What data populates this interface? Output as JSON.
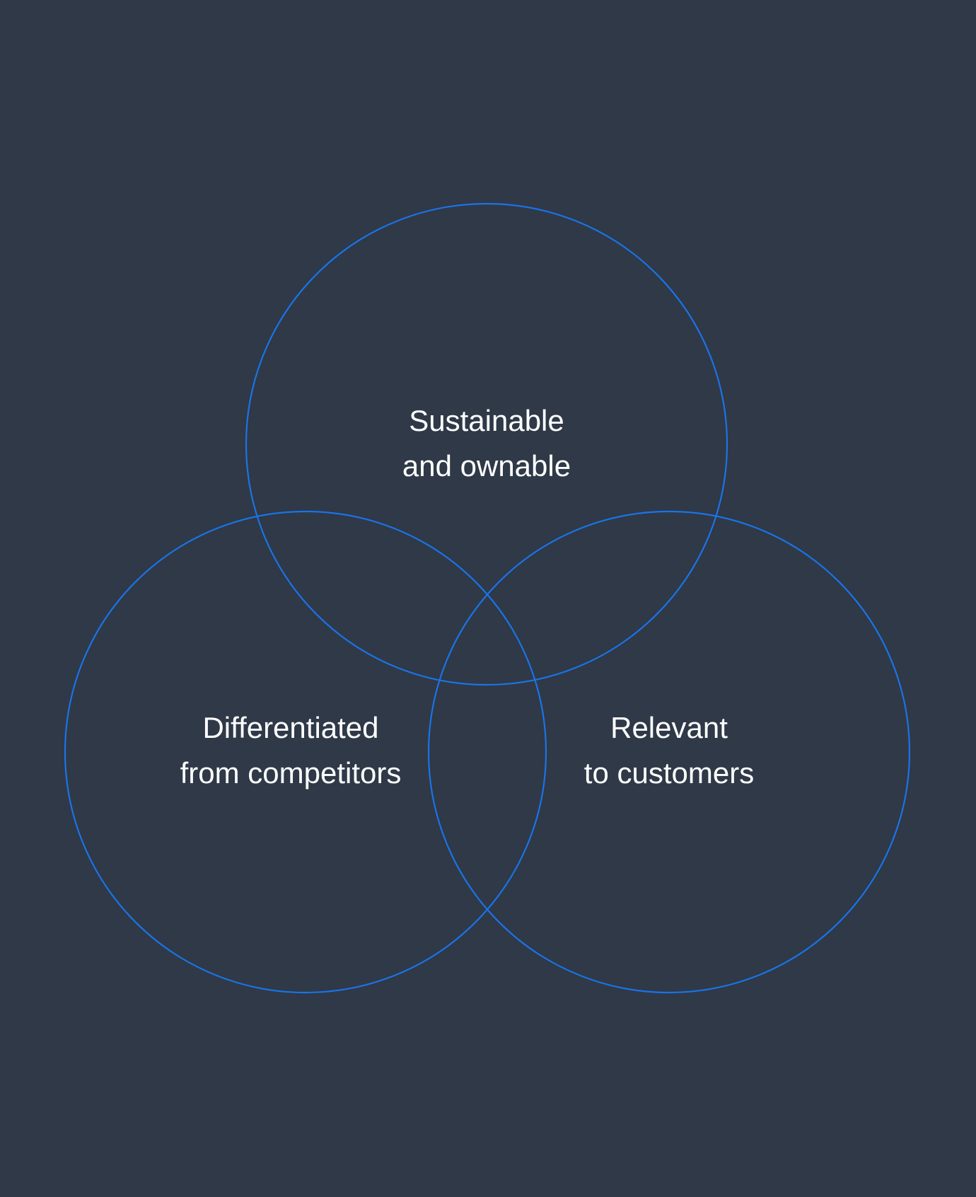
{
  "diagram": {
    "type": "venn",
    "stroke_color": "#1a73e8",
    "background_color": "#2f3947",
    "sets": [
      {
        "id": "top",
        "line1": "Sustainable",
        "line2": "and ownable"
      },
      {
        "id": "left",
        "line1": "Differentiated",
        "line2": "from competitors"
      },
      {
        "id": "right",
        "line1": "Relevant",
        "line2": "to customers"
      }
    ]
  }
}
